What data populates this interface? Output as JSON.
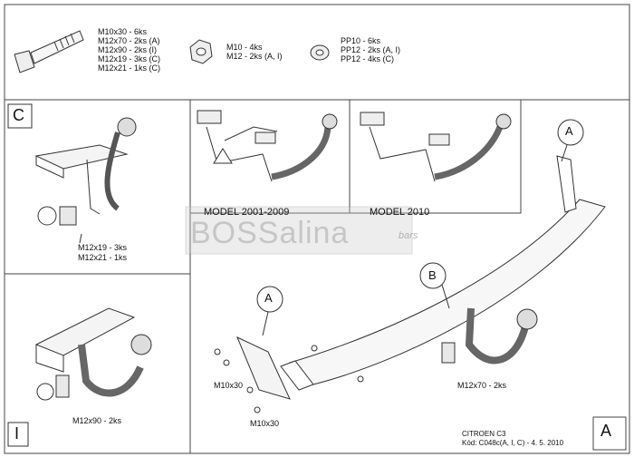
{
  "parts": {
    "bolts": [
      "M10x30 - 6ks",
      "M12x70 - 2ks (A)",
      "M12x90 - 2ks (I)",
      "M12x19 - 3ks (C)",
      "M12x21 - 1ks (C)"
    ],
    "nuts": [
      "M10 - 4ks",
      "M12 - 2ks (A, I)"
    ],
    "washers": [
      "PP10 - 6ks",
      "PP12 - 2ks (A, I)",
      "PP12 - 4ks (C)"
    ]
  },
  "panels": {
    "c_label": "C",
    "c_bolts": [
      "M12x19 - 3ks",
      "M12x21 - 1ks"
    ],
    "i_label": "I",
    "i_bolt": "M12x90 - 2ks",
    "model_2001": "MODEL 2001-2009",
    "model_2010": "MODEL 2010",
    "a_label": "A",
    "callout_a": "A",
    "callout_b": "B",
    "bolt_m10": "M10x30",
    "bolt_m10b": "M10x30",
    "bolt_m12x70": "M12x70 - 2ks",
    "vehicle": "CITROEN C3",
    "code": "Kód: C048c(A, I, C) - 4. 5. 2010"
  },
  "watermark": {
    "brand": "BOSSalina",
    "sub": "bars"
  }
}
